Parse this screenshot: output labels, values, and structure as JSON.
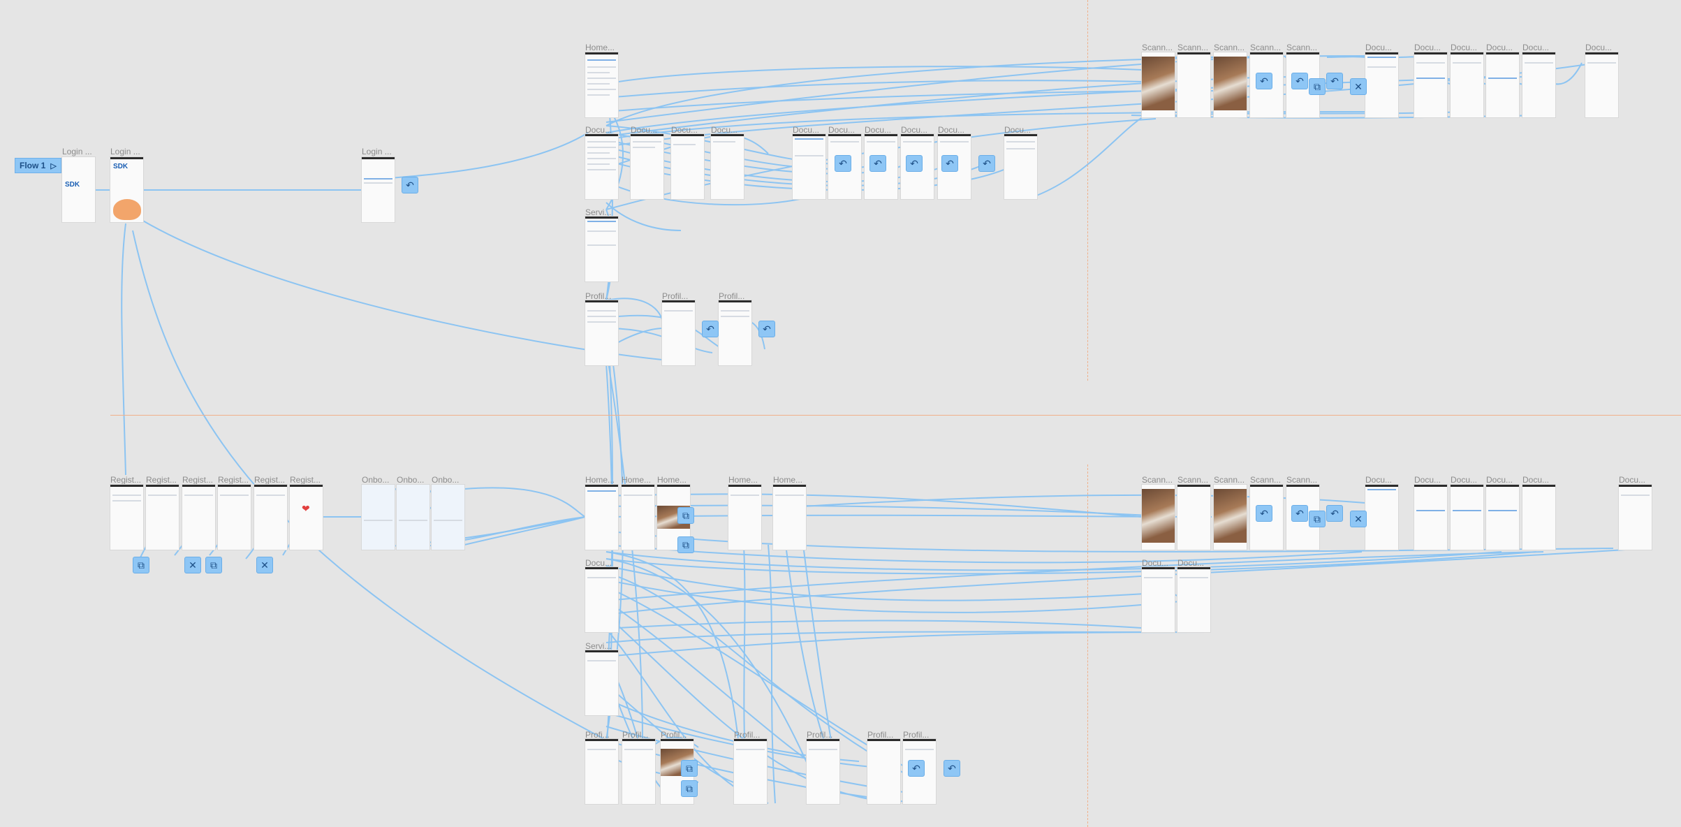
{
  "canvas": {
    "flow_button": {
      "label": "Flow 1",
      "icon": "play-icon"
    },
    "colors": {
      "background": "#e5e5e5",
      "connector": "#8cc4f2",
      "guide": "#f0b08a",
      "overlay": "#8ec6f5"
    },
    "logo_text": "SDK",
    "frames_top": [
      "Login ...",
      "Login ...",
      "Login ...",
      "Home...",
      "Docu...",
      "Docu...",
      "Docu...",
      "Docu...",
      "Docu...",
      "Docu...",
      "Docu...",
      "Docu...",
      "Docu...",
      "Docu...",
      "Servi...",
      "Profil...",
      "Profil...",
      "Profil...",
      "Scann...",
      "Scann...",
      "Scann...",
      "Scann...",
      "Scann...",
      "Docu...",
      "Docu...",
      "Docu...",
      "Docu...",
      "Docu...",
      "Docu..."
    ],
    "frames_bottom": [
      "Regist...",
      "Regist...",
      "Regist...",
      "Regist...",
      "Regist...",
      "Regist...",
      "Onbo...",
      "Onbo...",
      "Onbo...",
      "Home...",
      "Home...",
      "Home...",
      "Home...",
      "Home...",
      "Docu...",
      "Servi...",
      "Profi...",
      "Profil...",
      "Profil...",
      "Profil...",
      "Profil...",
      "Profil...",
      "Profil...",
      "Scann...",
      "Scann...",
      "Scann...",
      "Scann...",
      "Scann...",
      "Docu...",
      "Docu...",
      "Docu...",
      "Docu...",
      "Docu...",
      "Docu...",
      "Docu...",
      "Docu..."
    ]
  }
}
